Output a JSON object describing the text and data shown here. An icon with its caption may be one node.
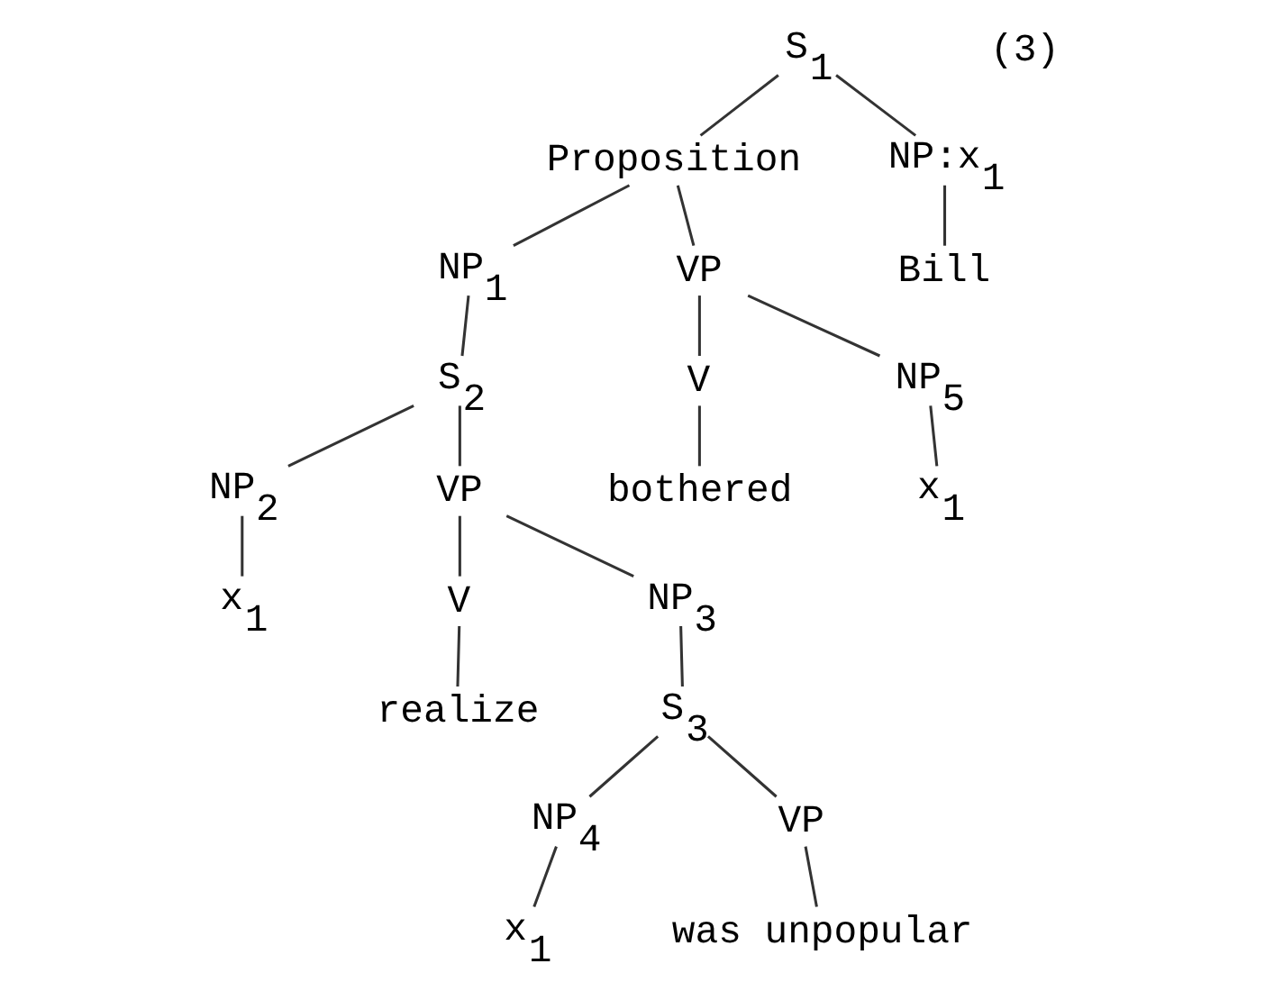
{
  "diagram": {
    "nodes": [
      {
        "text": [
          "S$_{1}$"
        ]
      },
      {
        "text": [
          "Proposition"
        ]
      },
      {
        "text": [
          "NP:x$_{1}$"
        ]
      },
      {
        "text": [
          "Bill"
        ]
      },
      {
        "text": [
          "NP$_{1}$"
        ]
      },
      {
        "text": [
          "VP"
        ]
      },
      {
        "text": [
          "S$_{2}$"
        ]
      },
      {
        "text": [
          "V"
        ]
      },
      {
        "text": [
          "NP$_{5}$"
        ]
      },
      {
        "text": [
          "NP$_{2}$"
        ]
      },
      {
        "text": [
          "VP"
        ]
      },
      {
        "text": [
          "bothered"
        ]
      },
      {
        "text": [
          "x$_{1}$"
        ]
      },
      {
        "text": [
          "x$_{1}$"
        ]
      },
      {
        "text": [
          "V"
        ]
      },
      {
        "text": [
          "NP$_{3}$"
        ]
      },
      {
        "text": [
          "realize"
        ]
      },
      {
        "text": [
          "S$_{3}$"
        ]
      },
      {
        "text": [
          "NP$_{4}$"
        ]
      },
      {
        "text": [
          "VP"
        ]
      },
      {
        "text": [
          "x$_{1}$"
        ]
      },
      {
        "text": [
          "was unpopular"
        ]
      }
    ],
    "edges": [
      {
        "from": 0,
        "to": 1,
        "arrow": "none"
      },
      {
        "from": 0,
        "to": 2,
        "arrow": "none"
      },
      {
        "from": 2,
        "to": 3,
        "arrow": "none"
      },
      {
        "from": 1,
        "to": 4,
        "arrow": "none"
      },
      {
        "from": 1,
        "to": 5,
        "arrow": "none"
      },
      {
        "from": 4,
        "to": 6,
        "arrow": "none"
      },
      {
        "from": 5,
        "to": 7,
        "arrow": "none"
      },
      {
        "from": 5,
        "to": 8,
        "arrow": "none"
      },
      {
        "from": 6,
        "to": 9,
        "arrow": "none"
      },
      {
        "from": 6,
        "to": 10,
        "arrow": "none"
      },
      {
        "from": 7,
        "to": 11,
        "arrow": "none"
      },
      {
        "from": 8,
        "to": 12,
        "arrow": "none"
      },
      {
        "from": 9,
        "to": 13,
        "arrow": "none"
      },
      {
        "from": 10,
        "to": 14,
        "arrow": "none"
      },
      {
        "from": 10,
        "to": 15,
        "arrow": "none"
      },
      {
        "from": 14,
        "to": 16,
        "arrow": "none"
      },
      {
        "from": 15,
        "to": 17,
        "arrow": "none"
      },
      {
        "from": 17,
        "to": 18,
        "arrow": "none"
      },
      {
        "from": 17,
        "to": 19,
        "arrow": "none"
      },
      {
        "from": 18,
        "to": 20,
        "arrow": "none"
      },
      {
        "from": 19,
        "to": 21,
        "arrow": "none"
      }
    ],
    "labels": [
      "(3)"
    ]
  }
}
